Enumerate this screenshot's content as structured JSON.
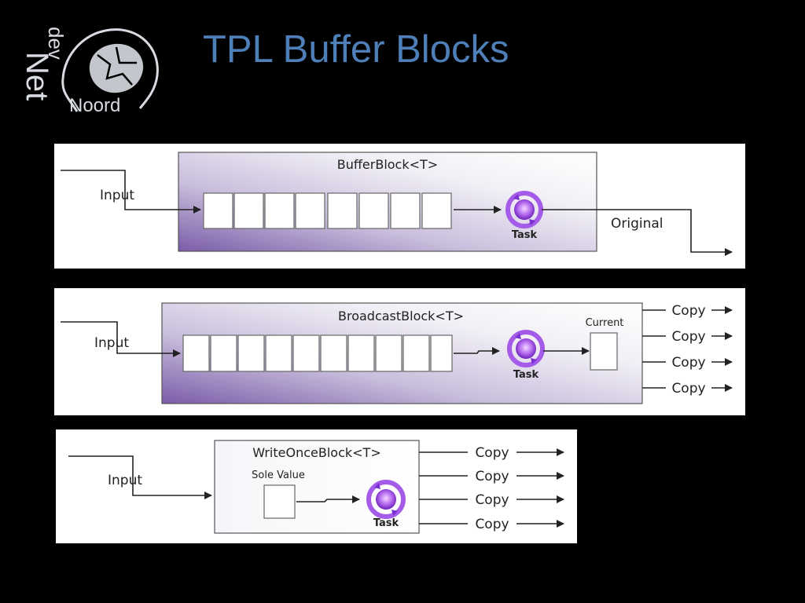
{
  "slide": {
    "title": "TPL Buffer Blocks"
  },
  "logo": {
    "text_dev": "dev",
    "text_net": "Net",
    "text_noord": "Noord",
    "icon": "head-with-map-icon"
  },
  "colors": {
    "title": "#4F7FB8",
    "logo": "#D8DCE2",
    "block_gradient_dark": "#7A5CA8",
    "task_icon": "#9B4FE0"
  },
  "buffer_block": {
    "block_label": "BufferBlock<T>",
    "input_label": "Input",
    "task_label": "Task",
    "output_label": "Original",
    "queue_slots": 8
  },
  "broadcast_block": {
    "block_label": "BroadcastBlock<T>",
    "input_label": "Input",
    "task_label": "Task",
    "current_label": "Current",
    "output_labels": [
      "Copy",
      "Copy",
      "Copy",
      "Copy"
    ],
    "queue_slots": 10
  },
  "writeonce_block": {
    "block_label": "WriteOnceBlock<T>",
    "input_label": "Input",
    "task_label": "Task",
    "sole_value_label": "Sole Value",
    "output_labels": [
      "Copy",
      "Copy",
      "Copy",
      "Copy"
    ]
  }
}
